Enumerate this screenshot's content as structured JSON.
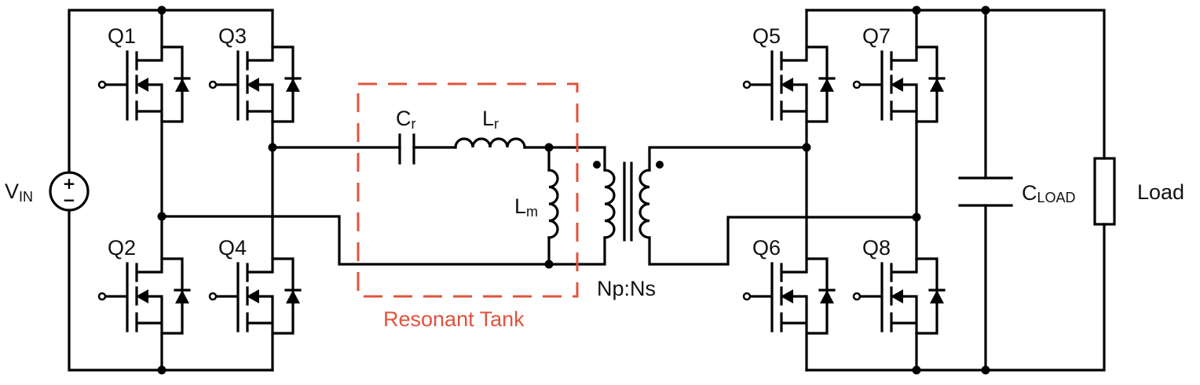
{
  "switches": [
    "Q1",
    "Q2",
    "Q3",
    "Q4",
    "Q5",
    "Q6",
    "Q7",
    "Q8"
  ],
  "source": {
    "main": "V",
    "sub": "IN",
    "plus": "+",
    "minus": "−"
  },
  "resonant_capacitor": {
    "main": "C",
    "sub": "r"
  },
  "resonant_inductor": {
    "main": "L",
    "sub": "r"
  },
  "magnetizing_inductor": {
    "main": "L",
    "sub": "m"
  },
  "transformer_ratio": "Np:Ns",
  "load_capacitor": {
    "main": "C",
    "sub": "LOAD"
  },
  "load": "Load",
  "tank_label": "Resonant Tank",
  "colors": {
    "wire": "#000000",
    "tank": "#E0533D"
  }
}
